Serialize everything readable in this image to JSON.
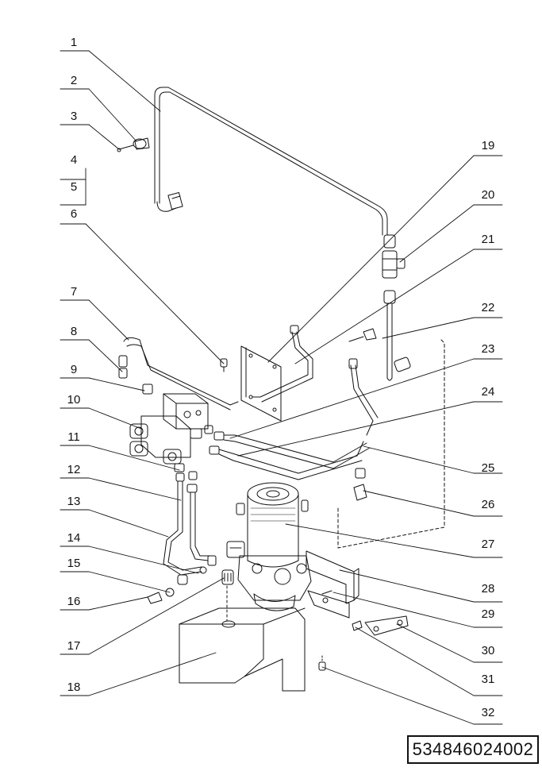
{
  "callouts_left": [
    "1",
    "2",
    "3",
    "4",
    "5",
    "6",
    "7",
    "8",
    "9",
    "10",
    "11",
    "12",
    "13",
    "14",
    "15",
    "16",
    "17",
    "18"
  ],
  "callouts_right": [
    "19",
    "20",
    "21",
    "22",
    "23",
    "24",
    "25",
    "26",
    "27",
    "28",
    "29",
    "30",
    "31",
    "32"
  ],
  "drawing_number": "534846024002"
}
